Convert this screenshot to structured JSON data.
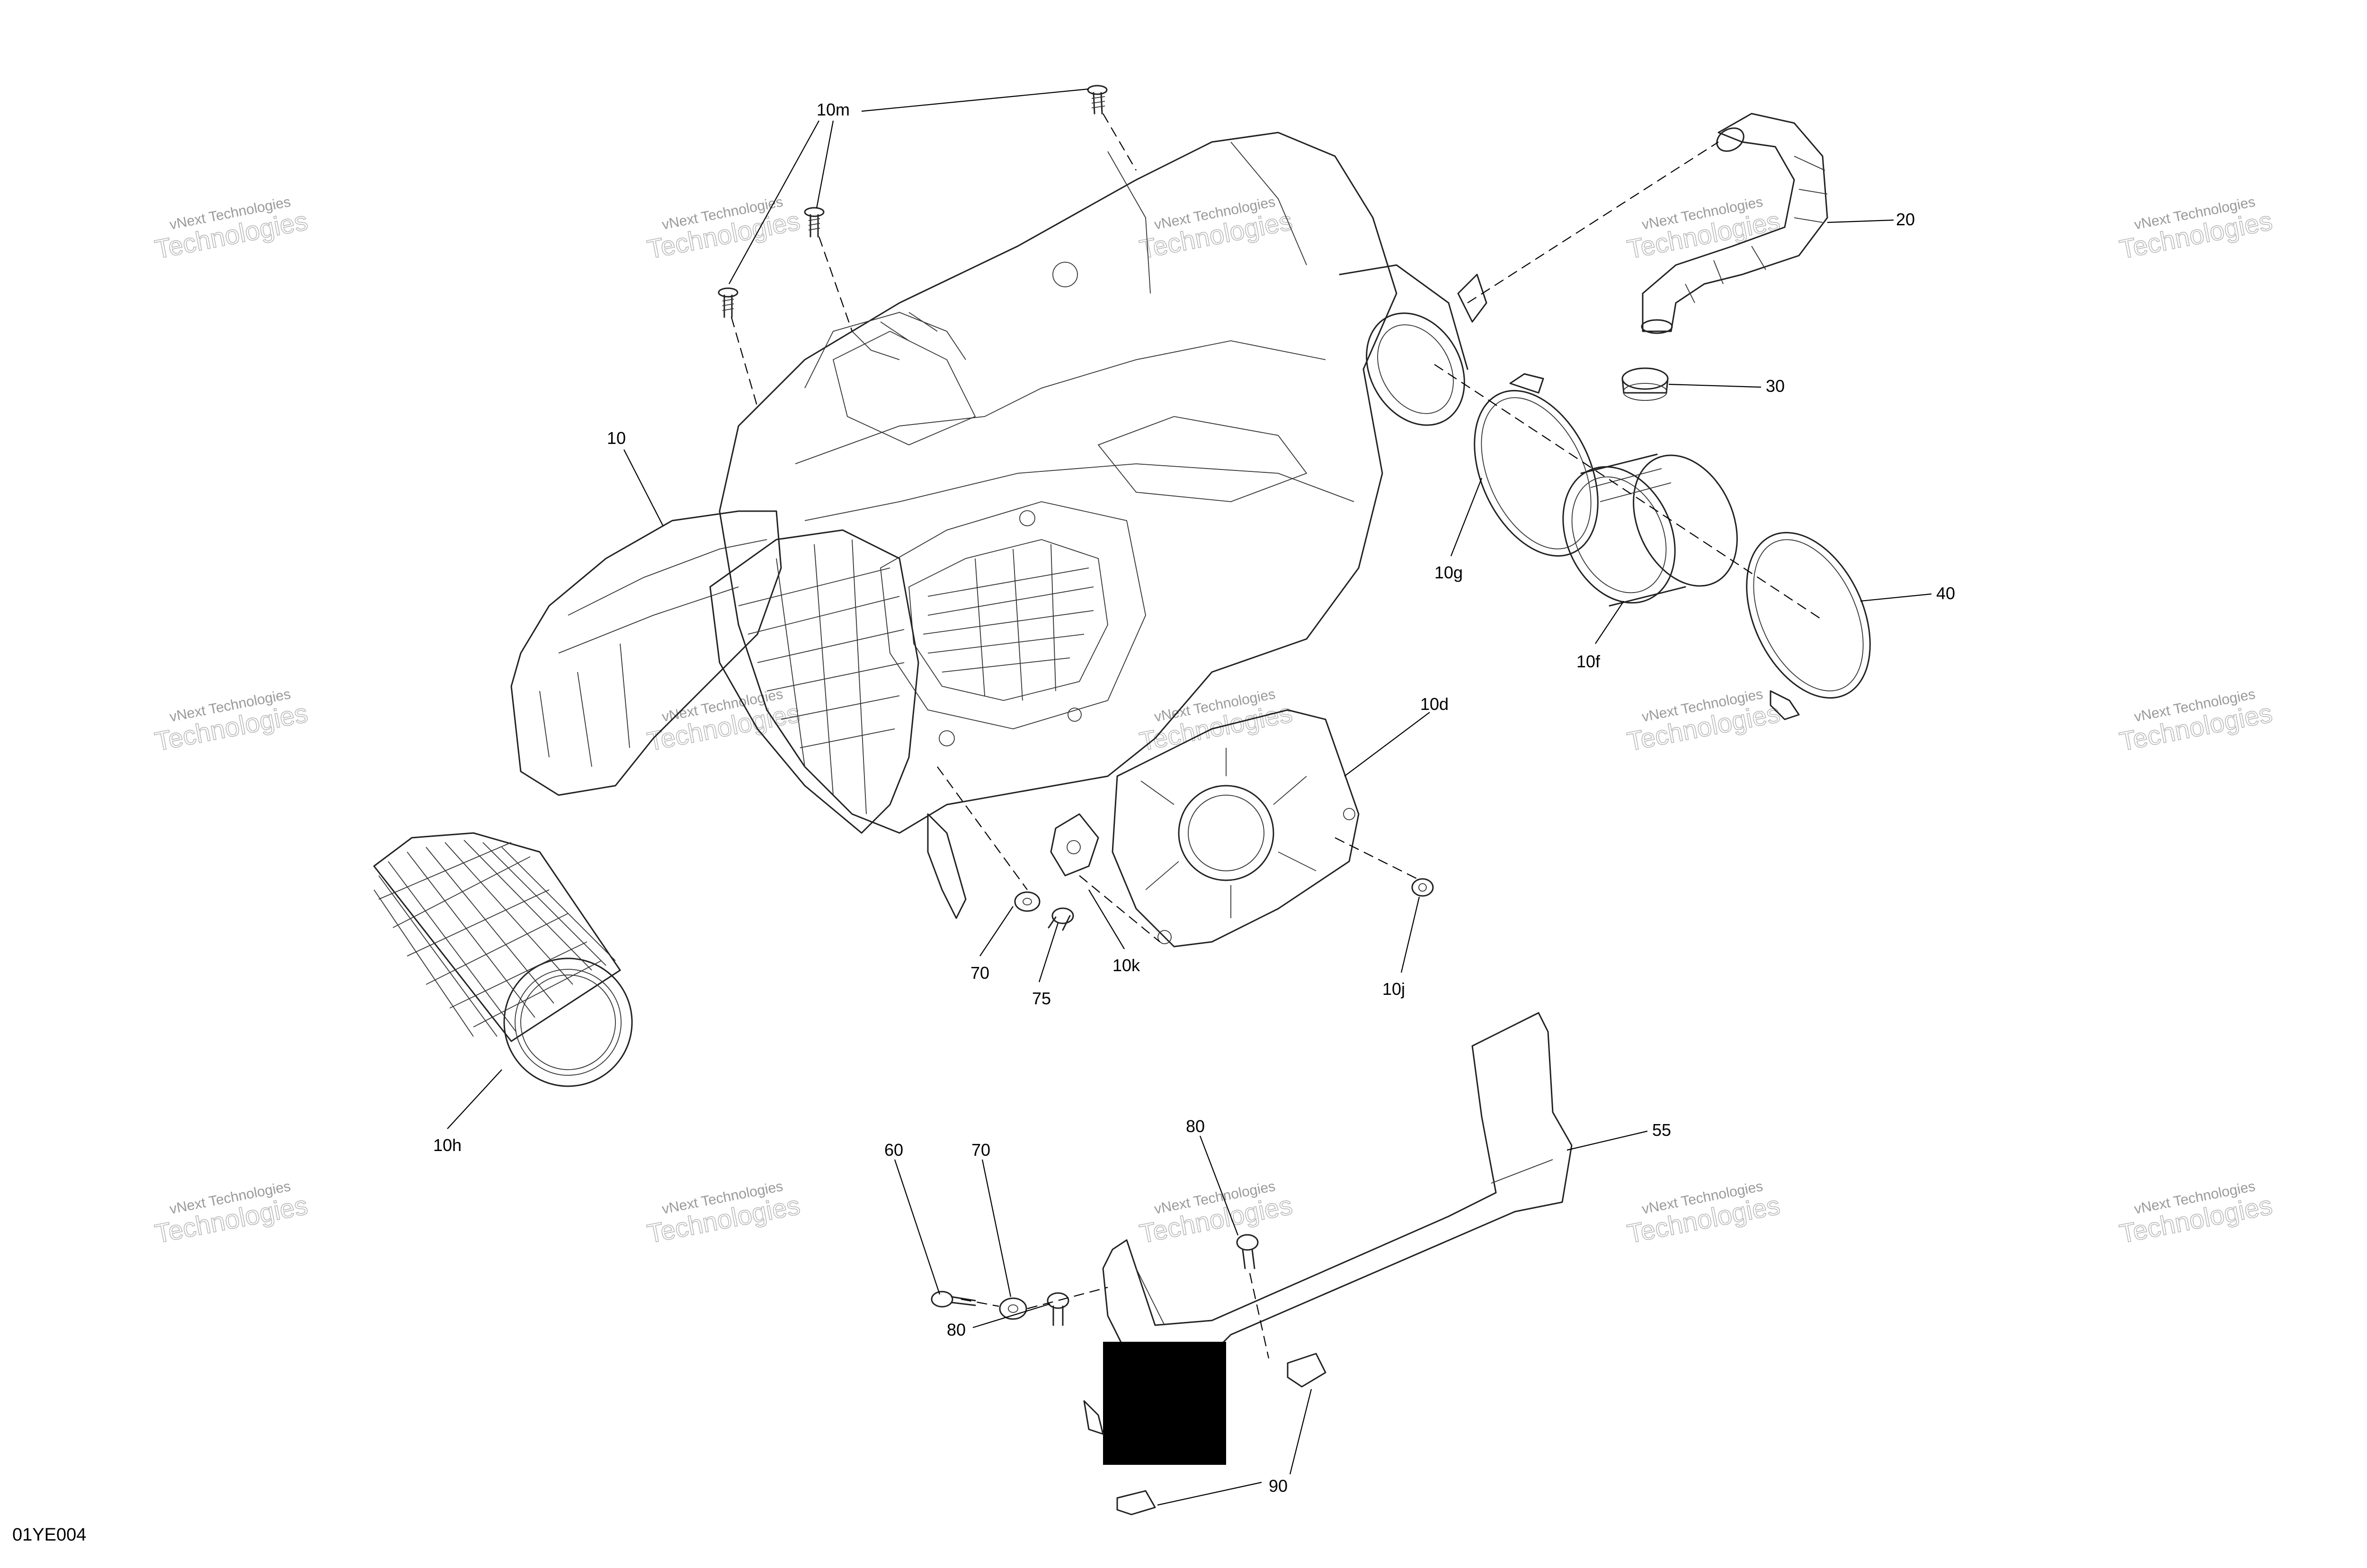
{
  "diagram": {
    "code": "01YE004",
    "watermark_line1": "vNext Technologies",
    "watermark_line2": "Technologies",
    "callouts": [
      {
        "id": "10m",
        "label": "10m"
      },
      {
        "id": "20",
        "label": "20"
      },
      {
        "id": "30",
        "label": "30"
      },
      {
        "id": "10",
        "label": "10"
      },
      {
        "id": "10g",
        "label": "10g"
      },
      {
        "id": "40",
        "label": "40"
      },
      {
        "id": "10f",
        "label": "10f"
      },
      {
        "id": "10d",
        "label": "10d"
      },
      {
        "id": "70a",
        "label": "70"
      },
      {
        "id": "75",
        "label": "75"
      },
      {
        "id": "10k",
        "label": "10k"
      },
      {
        "id": "10j",
        "label": "10j"
      },
      {
        "id": "10h",
        "label": "10h"
      },
      {
        "id": "80a",
        "label": "80"
      },
      {
        "id": "55",
        "label": "55"
      },
      {
        "id": "60",
        "label": "60"
      },
      {
        "id": "70b",
        "label": "70"
      },
      {
        "id": "80b",
        "label": "80"
      },
      {
        "id": "90",
        "label": "90"
      }
    ]
  }
}
